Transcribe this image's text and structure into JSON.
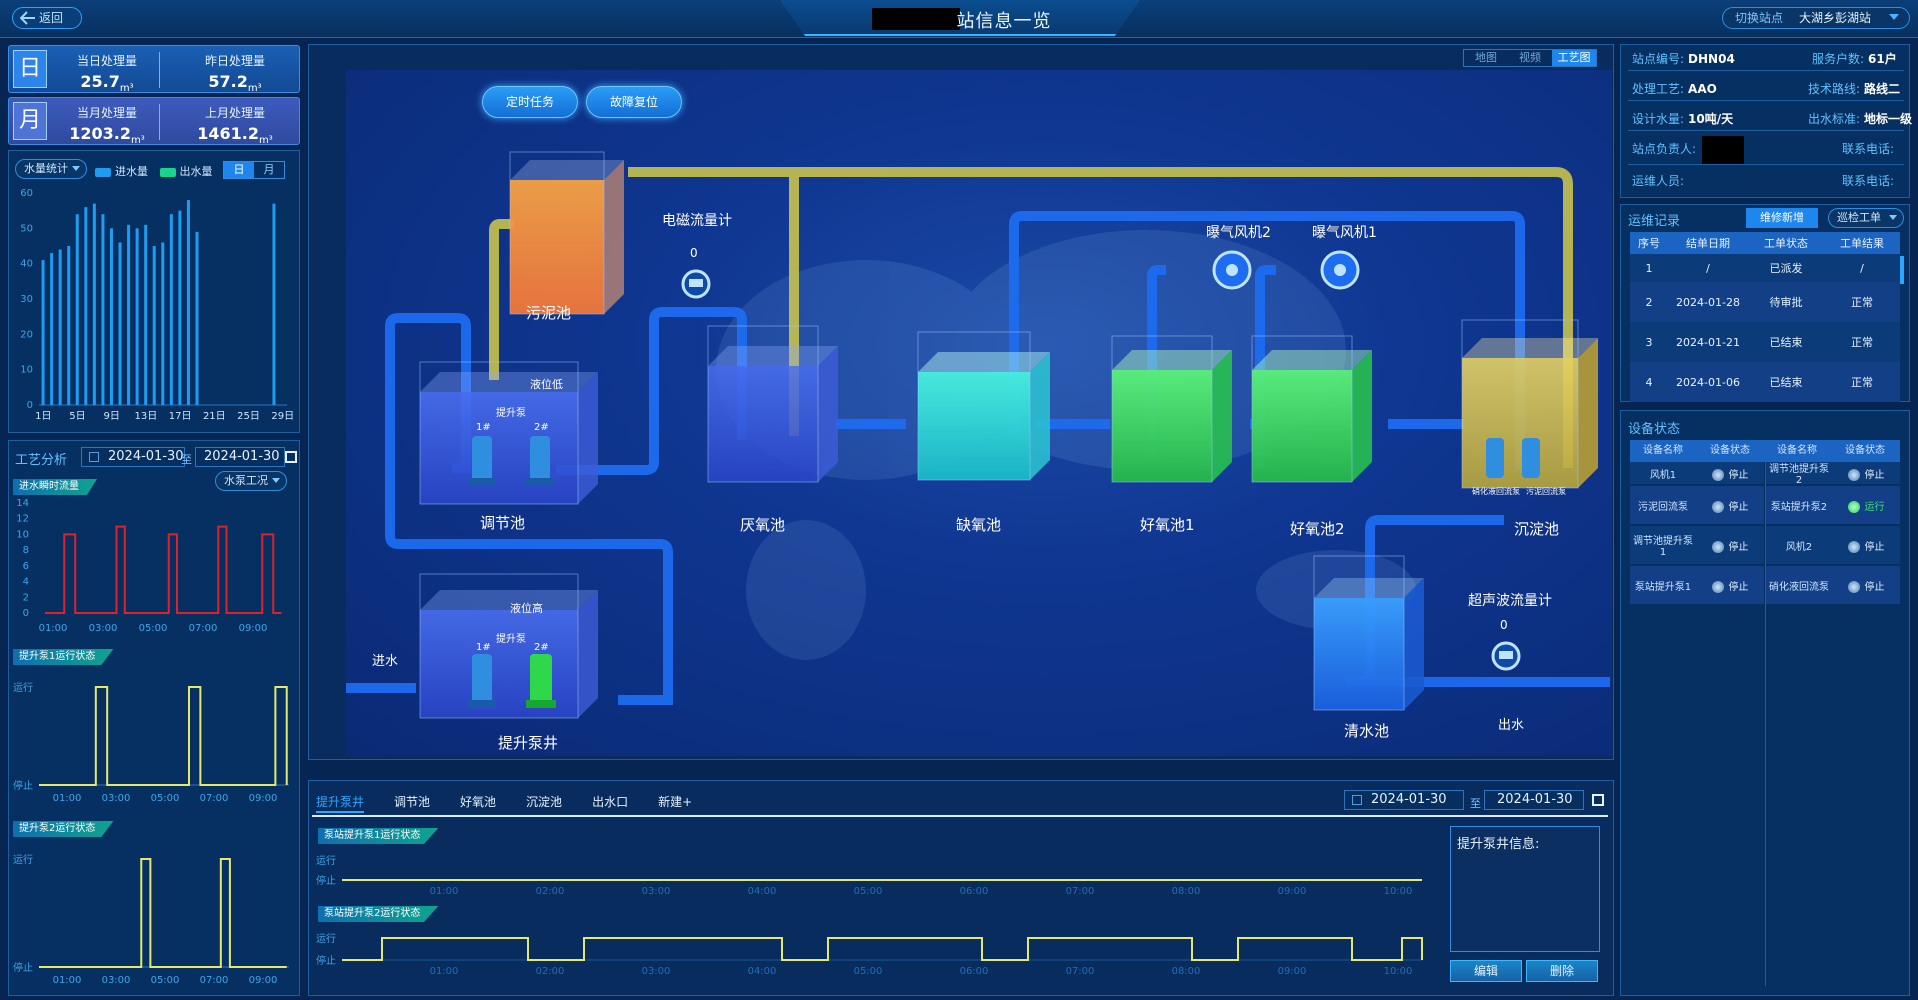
{
  "header": {
    "back_label": "返回",
    "title": "站信息一览",
    "switch_label": "切换站点",
    "switch_value": "大湖乡彭湖站"
  },
  "left": {
    "day": {
      "badge": "日",
      "today_label": "当日处理量",
      "today_value": "25.7",
      "today_unit": "m³",
      "yesterday_label": "昨日处理量",
      "yesterday_value": "57.2",
      "yesterday_unit": "m³"
    },
    "month": {
      "badge": "月",
      "this_label": "当月处理量",
      "this_value": "1203.2",
      "this_unit": "m³",
      "last_label": "上月处理量",
      "last_value": "1461.2",
      "last_unit": "m³"
    },
    "water_chart": {
      "select_label": "水量统计",
      "legend_in": "进水量",
      "legend_out": "出水量",
      "seg_day": "日",
      "seg_month": "月",
      "color_in": "#1e9cf0",
      "color_out": "#19d38a"
    },
    "process": {
      "title": "工艺分析",
      "date_from": "2024-01-30",
      "date_sep": "至",
      "date_to": "2024-01-30",
      "mode_select": "水泵工况",
      "chart1_tag": "进水瞬时流量",
      "chart2_tag": "提升泵1运行状态",
      "chart3_tag": "提升泵2运行状态",
      "run_label": "运行",
      "stop_label": "停止"
    }
  },
  "chart_data": [
    {
      "type": "bar",
      "title": "",
      "x": [
        "1日",
        "2日",
        "3日",
        "4日",
        "5日",
        "6日",
        "7日",
        "8日",
        "9日",
        "10日",
        "11日",
        "12日",
        "13日",
        "14日",
        "15日",
        "16日",
        "17日",
        "18日",
        "19日",
        "20日",
        "21日",
        "22日",
        "23日",
        "24日",
        "25日",
        "26日",
        "27日",
        "28日",
        "29日"
      ],
      "x_tick_labels": [
        "1日",
        "5日",
        "9日",
        "13日",
        "17日",
        "21日",
        "25日",
        "29日"
      ],
      "series": [
        {
          "name": "进水量",
          "values": [
            41,
            43,
            44,
            45,
            54,
            56,
            57,
            54,
            50,
            46,
            51,
            50,
            51,
            45,
            46,
            54,
            55,
            58,
            49,
            0,
            0,
            0,
            0,
            0,
            0,
            0,
            0,
            57,
            0
          ]
        }
      ],
      "ylim": [
        0,
        60
      ],
      "yticks": [
        0,
        10,
        20,
        30,
        40,
        50,
        60
      ]
    },
    {
      "type": "line",
      "title": "",
      "x_tick_labels": [
        "01:00",
        "03:00",
        "05:00",
        "07:00",
        "09:00"
      ],
      "yticks": [
        0,
        2,
        4,
        6,
        8,
        10,
        12,
        14
      ],
      "ylim": [
        0,
        14
      ],
      "series": [
        {
          "name": "",
          "color": "#e0202b",
          "points": [
            [
              0,
              0
            ],
            [
              0.7,
              0
            ],
            [
              0.7,
              10
            ],
            [
              1.1,
              10
            ],
            [
              1.1,
              0
            ],
            [
              2.6,
              0
            ],
            [
              2.6,
              11
            ],
            [
              2.9,
              11
            ],
            [
              2.9,
              0
            ],
            [
              4.5,
              0
            ],
            [
              4.5,
              10
            ],
            [
              4.8,
              10
            ],
            [
              4.8,
              0
            ],
            [
              6.3,
              0
            ],
            [
              6.3,
              11
            ],
            [
              6.6,
              11
            ],
            [
              6.6,
              0
            ],
            [
              7.9,
              0
            ],
            [
              7.9,
              10
            ],
            [
              8.3,
              10
            ],
            [
              8.3,
              0
            ],
            [
              8.6,
              0
            ]
          ]
        }
      ]
    },
    {
      "type": "line",
      "title": "",
      "x_tick_labels": [
        "01:00",
        "03:00",
        "05:00",
        "07:00",
        "09:00"
      ],
      "ylim": [
        0,
        1
      ],
      "series": [
        {
          "name": "",
          "color": "#e6e86a",
          "points": [
            [
              0,
              0
            ],
            [
              2.5,
              0
            ],
            [
              2.5,
              1
            ],
            [
              3.0,
              1
            ],
            [
              3.0,
              0
            ],
            [
              6.6,
              0
            ],
            [
              6.6,
              1
            ],
            [
              7.1,
              1
            ],
            [
              7.1,
              0
            ],
            [
              10.4,
              0
            ],
            [
              10.4,
              1
            ],
            [
              10.9,
              1
            ],
            [
              10.9,
              0
            ]
          ]
        }
      ]
    },
    {
      "type": "line",
      "title": "",
      "x_tick_labels": [
        "01:00",
        "03:00",
        "05:00",
        "07:00",
        "09:00"
      ],
      "ylim": [
        0,
        1
      ],
      "series": [
        {
          "name": "",
          "color": "#e6e86a",
          "points": [
            [
              0,
              0
            ],
            [
              4.5,
              0
            ],
            [
              4.5,
              1
            ],
            [
              4.9,
              1
            ],
            [
              4.9,
              0
            ],
            [
              8.0,
              0
            ],
            [
              8.0,
              1
            ],
            [
              8.4,
              1
            ],
            [
              8.4,
              0
            ],
            [
              10.9,
              0
            ]
          ]
        }
      ]
    }
  ],
  "view_tabs": [
    "地图",
    "视频",
    "工艺图"
  ],
  "diagram": {
    "btn_timer": "定时任务",
    "btn_reset": "故障复位",
    "sludge": "污泥池",
    "em_meter": "电磁流量计",
    "em_value": "0",
    "tank_adjust": "调节池",
    "level_low": "液位低",
    "pump_label": "提升泵",
    "p1": "1#",
    "p2": "2#",
    "tank_anaerobic": "厌氧池",
    "tank_anoxic": "缺氧池",
    "tank_aerobic1": "好氧池1",
    "tank_aerobic2": "好氧池2",
    "blower2": "曝气风机2",
    "blower1": "曝气风机1",
    "tank_settle": "沉淀池",
    "nitri_pump": "硝化液回流泵",
    "sludge_pump": "污泥回流泵",
    "lift_well": "提升泵井",
    "level_high": "液位高",
    "inlet": "进水",
    "clear_pool": "清水池",
    "us_meter": "超声波流量计",
    "us_value": "0",
    "outlet": "出水"
  },
  "bottom": {
    "tabs": [
      "提升泵井",
      "调节池",
      "好氧池",
      "沉淀池",
      "出水口",
      "新建+"
    ],
    "date_from": "2024-01-30",
    "date_sep": "至",
    "date_to": "2024-01-30",
    "chart1_tag": "泵站提升泵1运行状态",
    "chart2_tag": "泵站提升泵2运行状态",
    "run_label": "运行",
    "stop_label": "停止",
    "x_ticks": [
      "01:00",
      "02:00",
      "03:00",
      "04:00",
      "05:00",
      "06:00",
      "07:00",
      "08:00",
      "09:00",
      "10:00"
    ],
    "info_title": "提升泵井信息:",
    "edit_btn": "编辑",
    "delete_btn": "删除"
  },
  "right": {
    "station_no_k": "站点编号:",
    "station_no_v": "DHN04",
    "households_k": "服务户数:",
    "households_v": "61户",
    "process_k": "处理工艺:",
    "process_v": "AAO",
    "route_k": "技术路线:",
    "route_v": "路线二",
    "design_k": "设计水量:",
    "design_v": "10吨/天",
    "standard_k": "出水标准:",
    "standard_v": "地标一级",
    "manager_k": "站点负责人:",
    "phone1_k": "联系电话:",
    "operator_k": "运维人员:",
    "phone2_k": "联系电话:",
    "ops_title": "运维记录",
    "ops_btn": "维修新增",
    "ops_select": "巡检工单",
    "ops_headers": [
      "序号",
      "结单日期",
      "工单状态",
      "工单结果"
    ],
    "ops_rows": [
      [
        "1",
        "/",
        "已派发",
        "/"
      ],
      [
        "2",
        "2024-01-28",
        "待审批",
        "正常"
      ],
      [
        "3",
        "2024-01-21",
        "已结束",
        "正常"
      ],
      [
        "4",
        "2024-01-06",
        "已结束",
        "正常"
      ]
    ],
    "dev_title": "设备状态",
    "dev_headers": [
      "设备名称",
      "设备状态",
      "设备名称",
      "设备状态"
    ],
    "devices_left": [
      {
        "name": "风机1",
        "status": "停止"
      },
      {
        "name": "污泥回流泵",
        "status": "停止"
      },
      {
        "name": "调节池提升泵1",
        "status": "停止"
      },
      {
        "name": "泵站提升泵1",
        "status": "停止"
      }
    ],
    "devices_right": [
      {
        "name": "调节池提升泵2",
        "status": "停止"
      },
      {
        "name": "泵站提升泵2",
        "status": "运行"
      },
      {
        "name": "风机2",
        "status": "停止"
      },
      {
        "name": "硝化液回流泵",
        "status": "停止"
      }
    ]
  }
}
